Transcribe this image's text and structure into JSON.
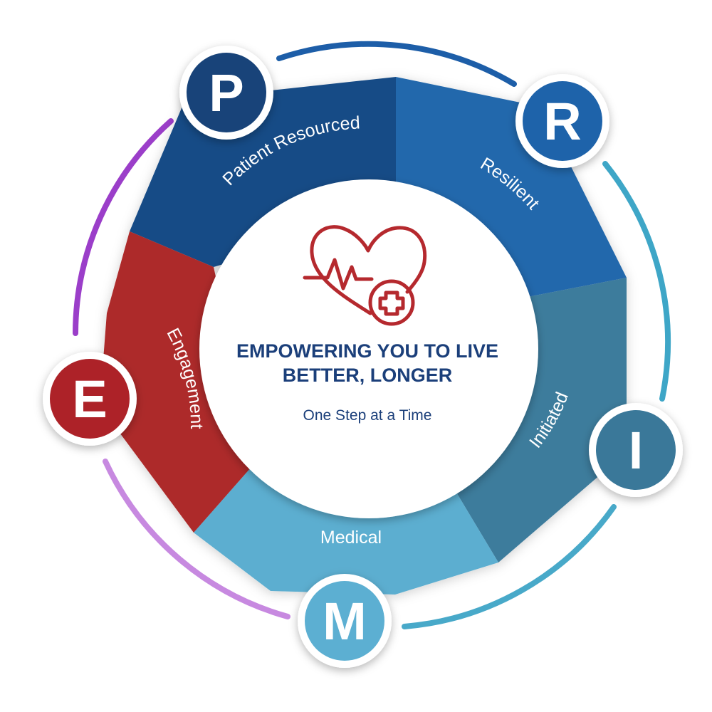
{
  "center": {
    "title_line1": "EMPOWERING YOU TO LIVE",
    "title_line2": "BETTER, LONGER",
    "subtitle": "One Step at a Time",
    "text_color": "#1b3f7a",
    "icon": "heart-medical-icon",
    "icon_color": "#b5292e"
  },
  "segments": [
    {
      "key": "patient-resourced",
      "label": "Patient Resourced",
      "color": "#184b86"
    },
    {
      "key": "resilient",
      "label": "Resilient",
      "color": "#2367ac"
    },
    {
      "key": "initiated",
      "label": "Initiated",
      "color": "#3d7b9c"
    },
    {
      "key": "medical",
      "label": "Medical",
      "color": "#5caed0"
    },
    {
      "key": "engagement",
      "label": "Engagement",
      "color": "#ad2929"
    }
  ],
  "badges": [
    {
      "key": "p",
      "letter": "P",
      "color": "#184379"
    },
    {
      "key": "r",
      "letter": "R",
      "color": "#1e63aa"
    },
    {
      "key": "i",
      "letter": "I",
      "color": "#3a7899"
    },
    {
      "key": "m",
      "letter": "M",
      "color": "#5cafd2"
    },
    {
      "key": "e",
      "letter": "E",
      "color": "#ad2228"
    }
  ],
  "outer_ring_colors": [
    "#1d5ea8",
    "#3ea6c7",
    "#48a9c9",
    "#c789e0",
    "#9b3ec9"
  ]
}
